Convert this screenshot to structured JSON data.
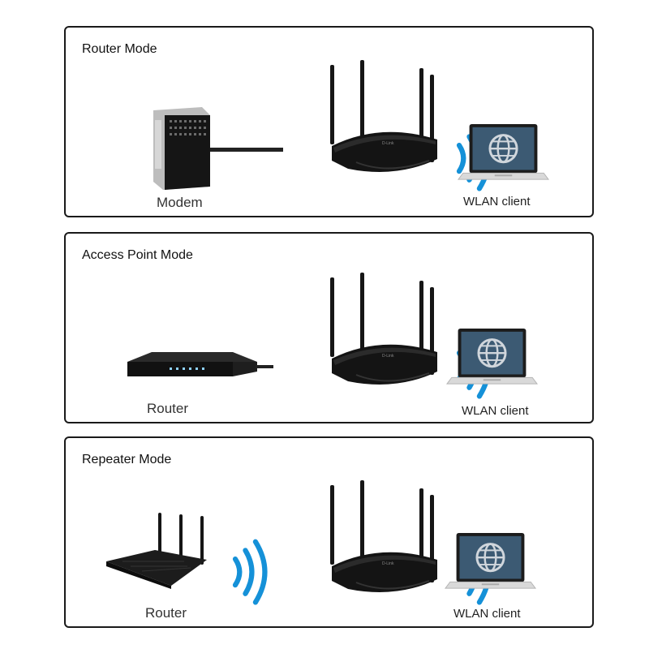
{
  "panels": [
    {
      "title": "Router Mode",
      "source_label": "Modem",
      "client_label": "WLAN client"
    },
    {
      "title": "Access Point Mode",
      "source_label": "Router",
      "client_label": "WLAN client"
    },
    {
      "title": "Repeater Mode",
      "source_label": "Router",
      "client_label": "WLAN client"
    }
  ],
  "colors": {
    "wifi": "#1591d8",
    "device": "#111111",
    "border": "#1a1a1a",
    "globe": "#6d7f8f"
  }
}
